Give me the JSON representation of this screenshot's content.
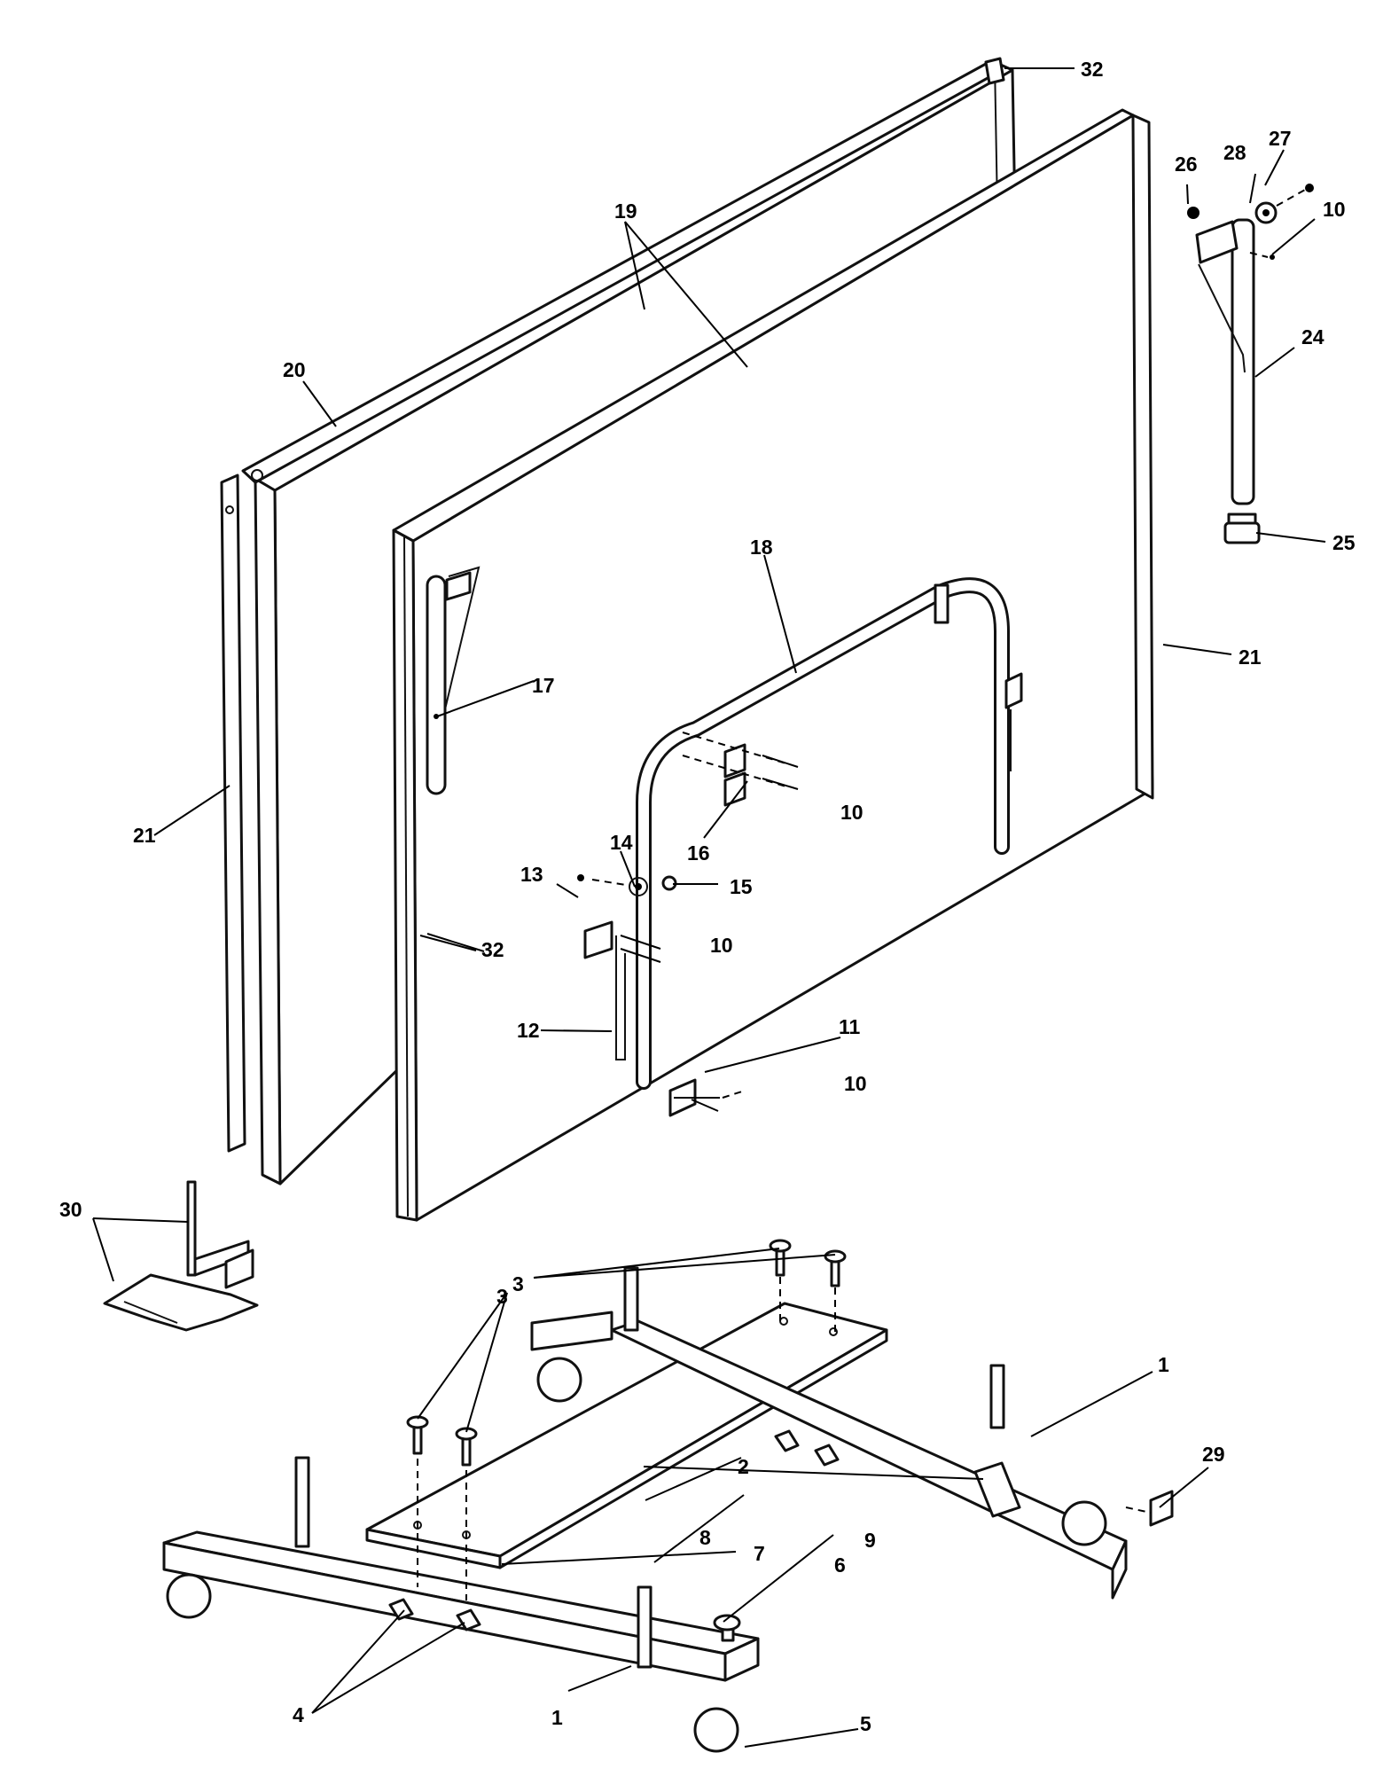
{
  "callouts": {
    "c1a": "1",
    "c1b": "1",
    "c2": "2",
    "c3a": "3",
    "c3b": "3",
    "c4": "4",
    "c5": "5",
    "c6": "6",
    "c7": "7",
    "c8": "8",
    "c9": "9",
    "c10a": "10",
    "c10b": "10",
    "c10c": "10",
    "c10d": "10",
    "c11": "11",
    "c12": "12",
    "c13": "13",
    "c14": "14",
    "c15": "15",
    "c16": "16",
    "c17": "17",
    "c18": "18",
    "c19": "19",
    "c20": "20",
    "c21a": "21",
    "c21b": "21",
    "c24": "24",
    "c25": "25",
    "c26": "26",
    "c27": "27",
    "c28": "28",
    "c29": "29",
    "c30": "30",
    "c32a": "32",
    "c32b": "32"
  }
}
